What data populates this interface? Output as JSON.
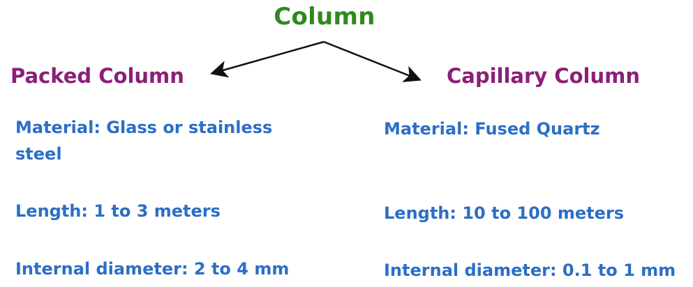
{
  "diagram": {
    "root": "Column",
    "colors": {
      "root": "#2f8a1e",
      "heading": "#8b1f78",
      "detail": "#2b6fc6",
      "arrow": "#111111"
    },
    "branches": [
      {
        "heading": "Packed Column",
        "material_line1": "Material: Glass or stainless",
        "material_line2": "steel",
        "length": "Length: 1 to 3 meters",
        "internal_diameter": "Internal diameter: 2 to 4 mm"
      },
      {
        "heading": "Capillary  Column",
        "material_line1": "Material: Fused Quartz",
        "length": "Length: 10 to 100 meters",
        "internal_diameter": "Internal diameter: 0.1 to 1 mm"
      }
    ]
  }
}
